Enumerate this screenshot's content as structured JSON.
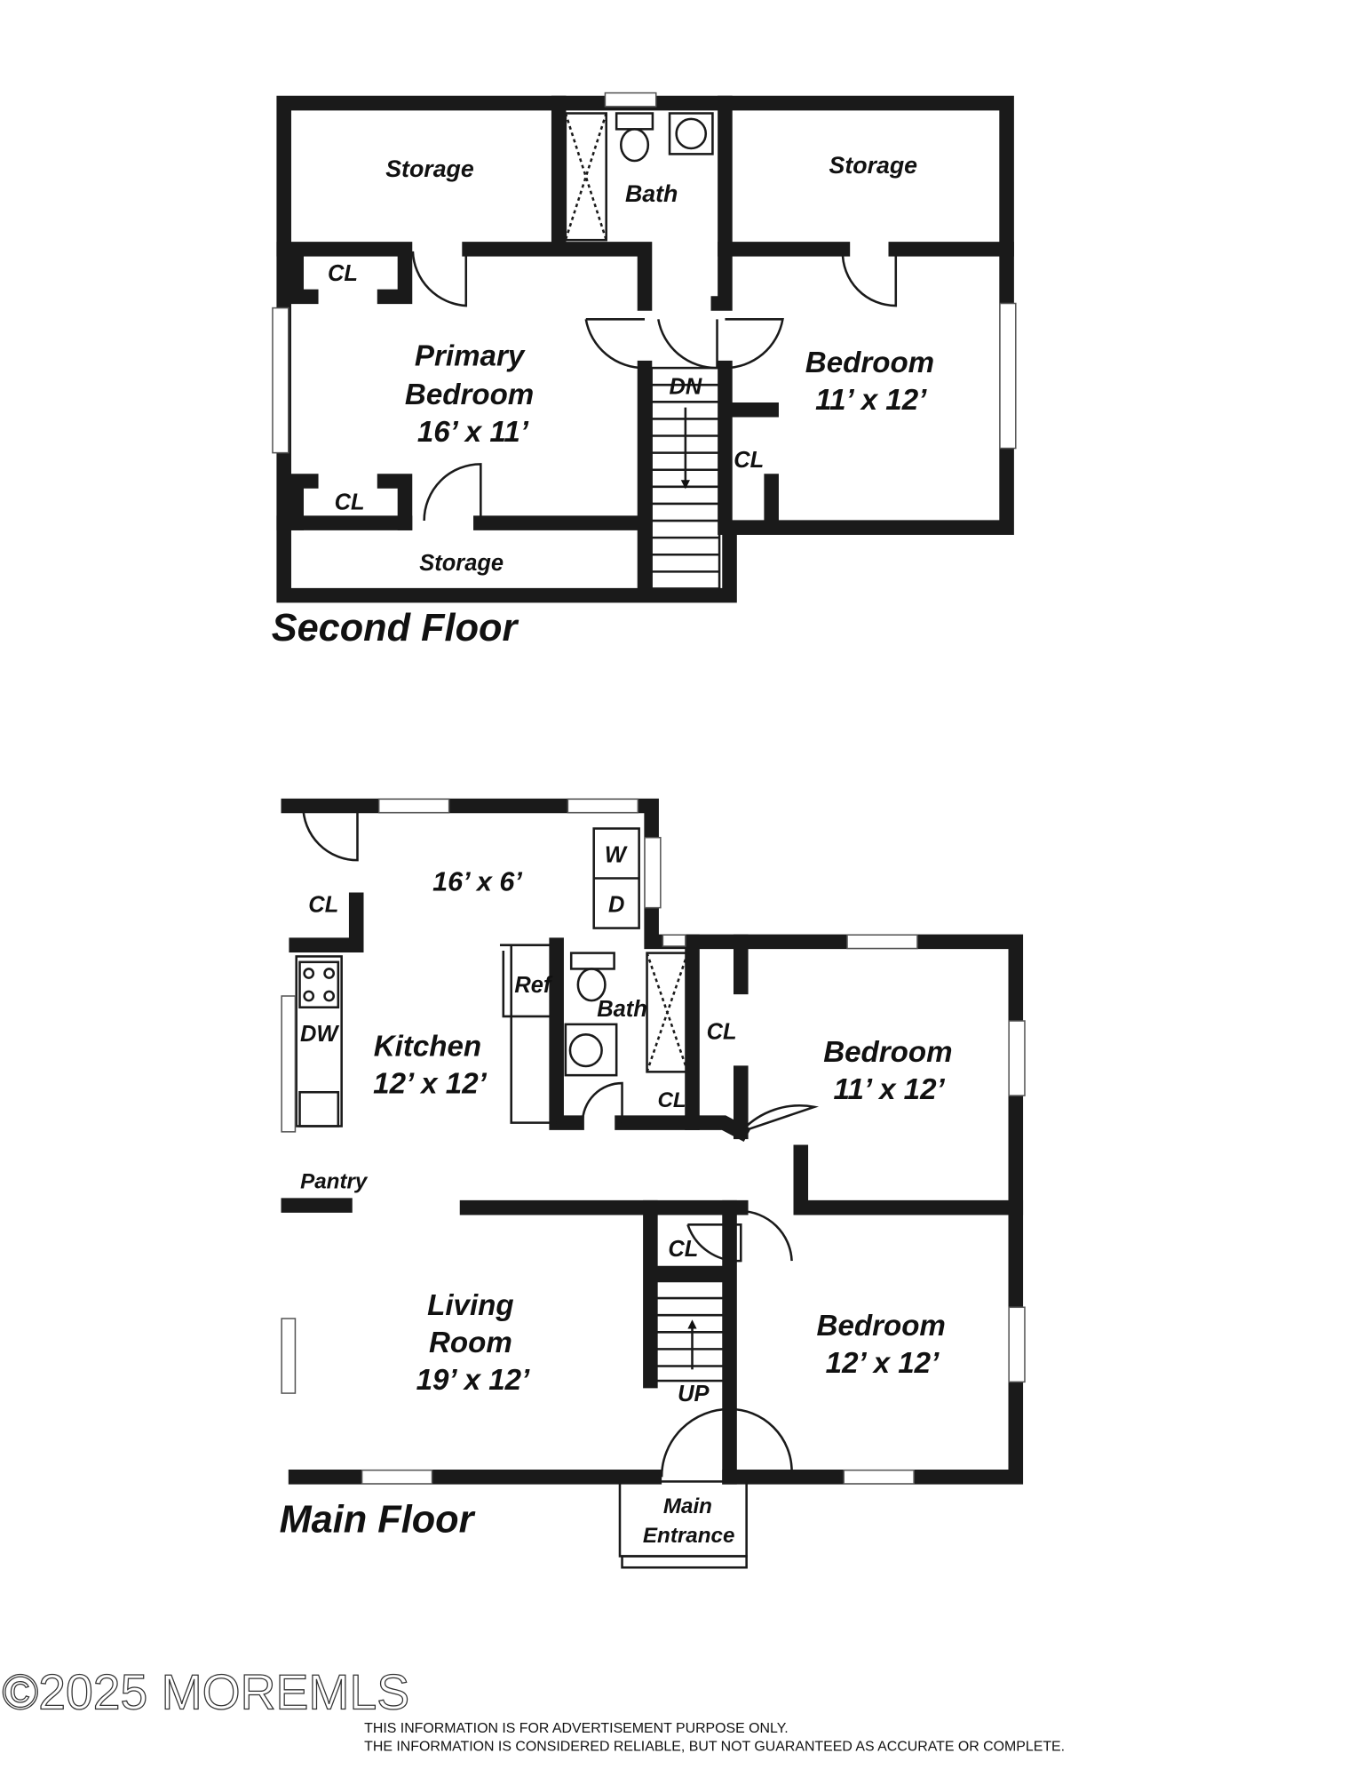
{
  "second_floor": {
    "title": "Second Floor",
    "storage_left": "Storage",
    "storage_right": "Storage",
    "storage_bottom": "Storage",
    "bath": "Bath",
    "closet_top": "CL",
    "closet_bottom": "CL",
    "closet_right": "CL",
    "primary_bedroom": [
      "Primary",
      "Bedroom",
      "16’ x 11’"
    ],
    "bedroom": [
      "Bedroom",
      "11’ x 12’"
    ],
    "stairs": "DN"
  },
  "main_floor": {
    "title": "Main Floor",
    "laundry_room_size": "16’ x 6’",
    "washer": "W",
    "dryer": "D",
    "closet_laundry": "CL",
    "fridge": "Ref",
    "dishwasher": "DW",
    "pantry": "Pantry",
    "kitchen": [
      "Kitchen",
      "12’ x 12’"
    ],
    "bath": "Bath",
    "closet_bath": "CL",
    "closet_bedroom": "CL",
    "closet_hall": "CL",
    "bedroom_1": [
      "Bedroom",
      "11’ x 12’"
    ],
    "bedroom_2": [
      "Bedroom",
      "12’ x 12’"
    ],
    "living_room": [
      "Living",
      "Room",
      "19’ x 12’"
    ],
    "stairs": "UP",
    "entrance": [
      "Main",
      "Entrance"
    ]
  },
  "watermark": "©2025 MOREMLS",
  "disclaimer": [
    "THIS INFORMATION IS FOR ADVERTISEMENT PURPOSE ONLY.",
    "THE INFORMATION IS CONSIDERED RELIABLE, BUT NOT GUARANTEED AS ACCURATE OR COMPLETE."
  ]
}
